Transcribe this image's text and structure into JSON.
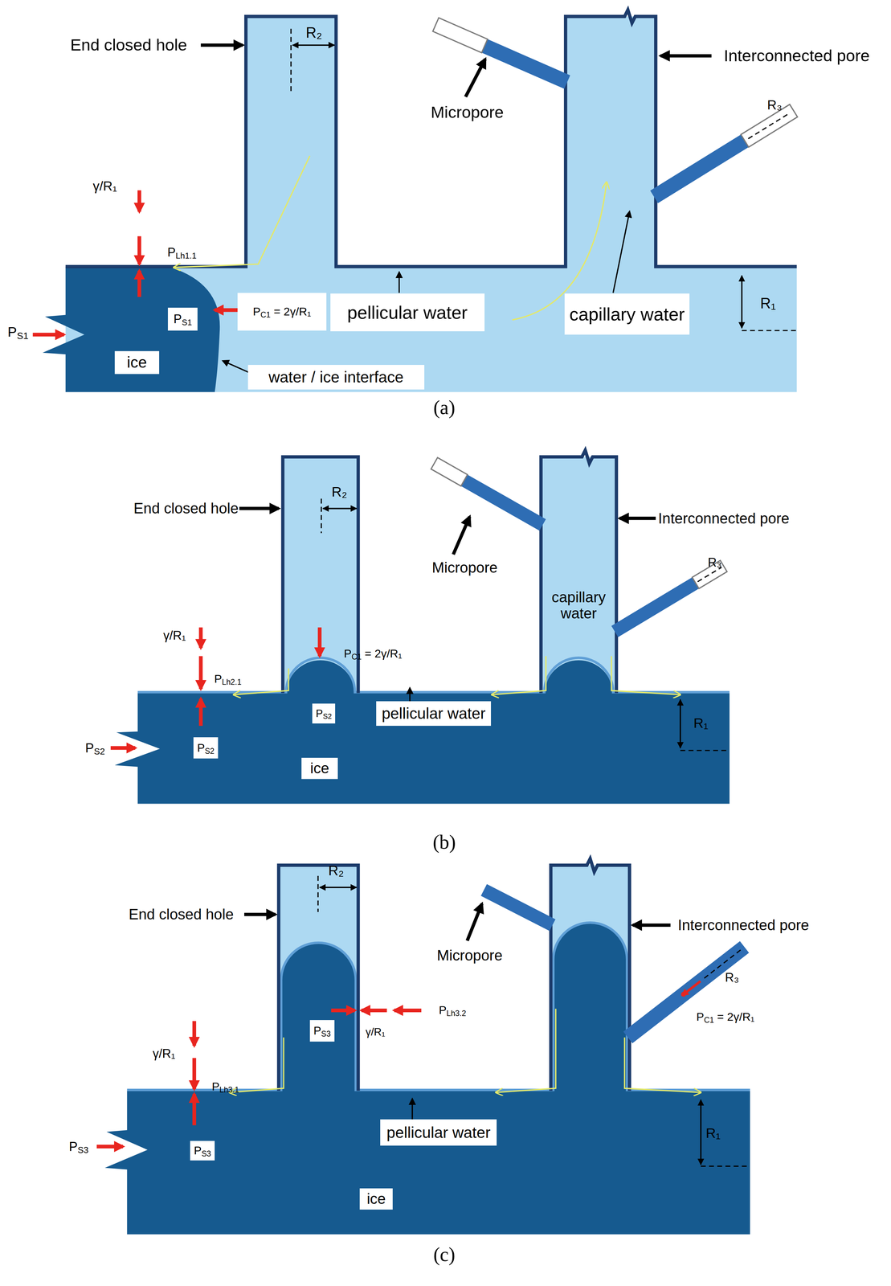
{
  "diagram": {
    "nodes": [
      {
        "text": [
          "PC1 = 2γ/R₁"
        ]
      },
      {
        "text": [
          "pellicular water"
        ]
      },
      {
        "text": [
          "capillary water"
        ]
      },
      {
        "text": [
          "PS1"
        ]
      },
      {
        "text": [
          "ice"
        ]
      },
      {
        "text": [
          "water / ice interface"
        ]
      },
      {
        "text": [
          "PS2"
        ]
      },
      {
        "text": [
          "pellicular water"
        ]
      },
      {
        "text": [
          "PS2"
        ]
      },
      {
        "text": [
          "ice"
        ]
      },
      {
        "text": [
          "PS3"
        ]
      },
      {
        "text": [
          "pellicular water"
        ]
      },
      {
        "text": [
          "PS3"
        ]
      },
      {
        "text": [
          "ice"
        ]
      }
    ],
    "labels": [
      "End closed hole",
      "R₂",
      "Micropore",
      "Interconnected pore",
      "R₃",
      "γ/R₁",
      "PLh1.1",
      "R₁",
      "PS1",
      "(a)",
      "End closed hole",
      "R₂",
      "Micropore",
      "Interconnected pore",
      "capillary water",
      "PC1 = 2γ/R₁",
      "R₃",
      "γ/R₁",
      "PLh2.1",
      "R₁",
      "PS2",
      "(b)",
      "End closed hole",
      "R₂",
      "Interconnected pore",
      "Micropore",
      "R₃",
      "PLh3.2",
      "γ/R₁",
      "γ/R₁",
      "PC1 = 2γ/R₁",
      "PLh3.1",
      "R₁",
      "PS3",
      "(c)"
    ]
  }
}
